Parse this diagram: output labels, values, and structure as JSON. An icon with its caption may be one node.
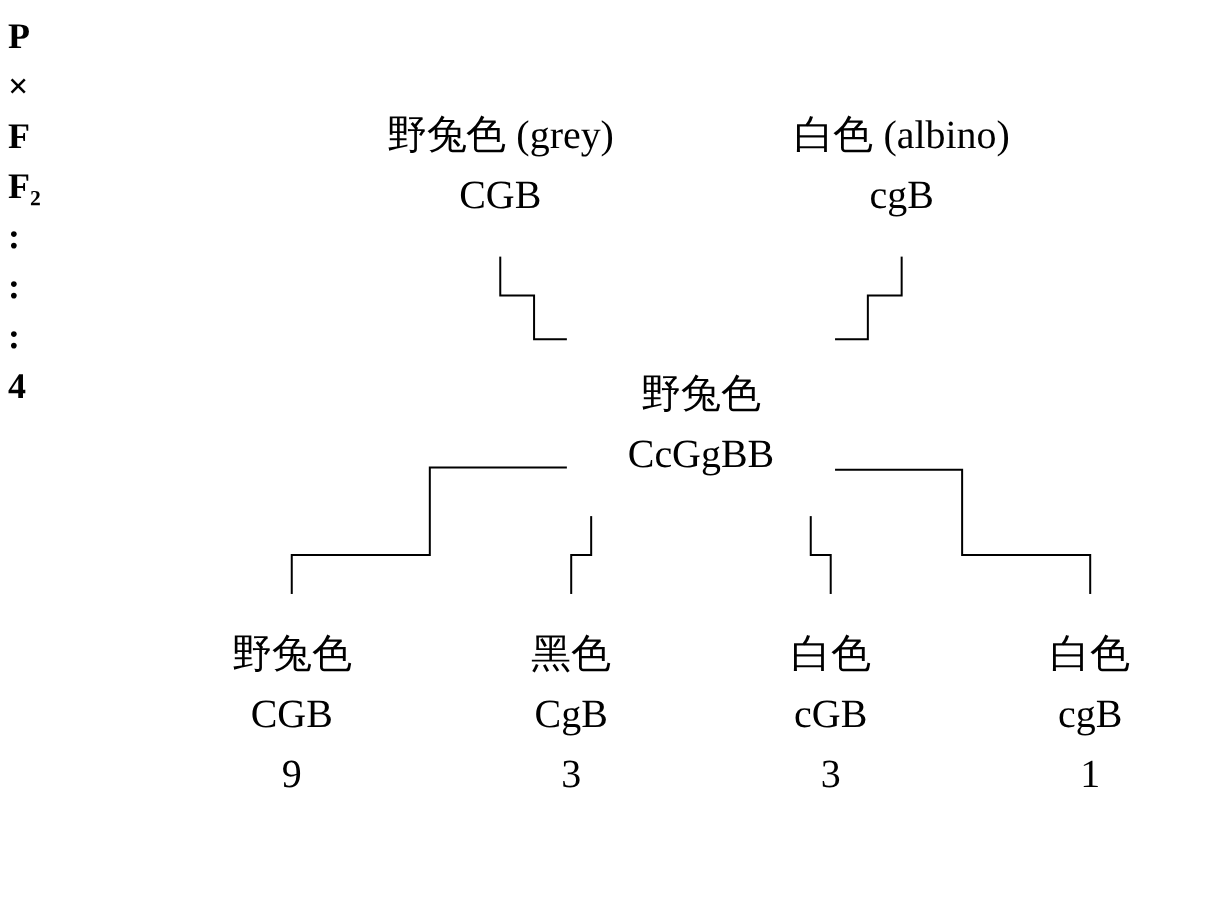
{
  "diagram": {
    "nodes": [
      {
        "text": [
          "野兔色 (grey)",
          "CGB"
        ]
      },
      {
        "text": [
          "白色 (albino)",
          "cgB"
        ]
      },
      {
        "text": [
          "野兔色",
          "CcGgBB"
        ]
      },
      {
        "text": [
          "野兔色",
          "CGB",
          "9"
        ]
      },
      {
        "text": [
          "黑色",
          "CgB",
          "3"
        ]
      },
      {
        "text": [
          "白色",
          "cGB",
          "3"
        ]
      },
      {
        "text": [
          "白色",
          "cgB",
          "1"
        ]
      }
    ],
    "edges": [
      {
        "from": 0,
        "to": 2,
        "arrow": "none"
      },
      {
        "from": 1,
        "to": 2,
        "arrow": "none"
      },
      {
        "from": 2,
        "to": 3,
        "arrow": "none"
      },
      {
        "from": 2,
        "to": 4,
        "arrow": "none"
      },
      {
        "from": 2,
        "to": 5,
        "arrow": "none"
      },
      {
        "from": 2,
        "to": 6,
        "arrow": "none"
      }
    ],
    "labels": [
      "P",
      "×",
      "F",
      "F₂",
      ":",
      ":",
      ":",
      "4"
    ]
  }
}
